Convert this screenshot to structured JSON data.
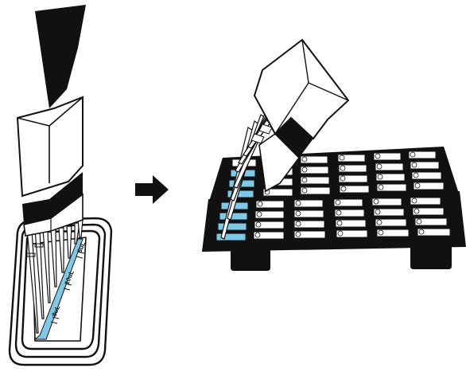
{
  "colors": {
    "ink": "#111111",
    "liquid": "#7ec8e8",
    "paper": "#ffffff"
  },
  "reservoir": {
    "labels": [
      "8uL",
      "10uL",
      "8uL"
    ]
  },
  "arrow": {
    "icon": "right-arrow-icon"
  },
  "plate": {
    "columns": 5,
    "rows": 4,
    "blocks": 2
  }
}
